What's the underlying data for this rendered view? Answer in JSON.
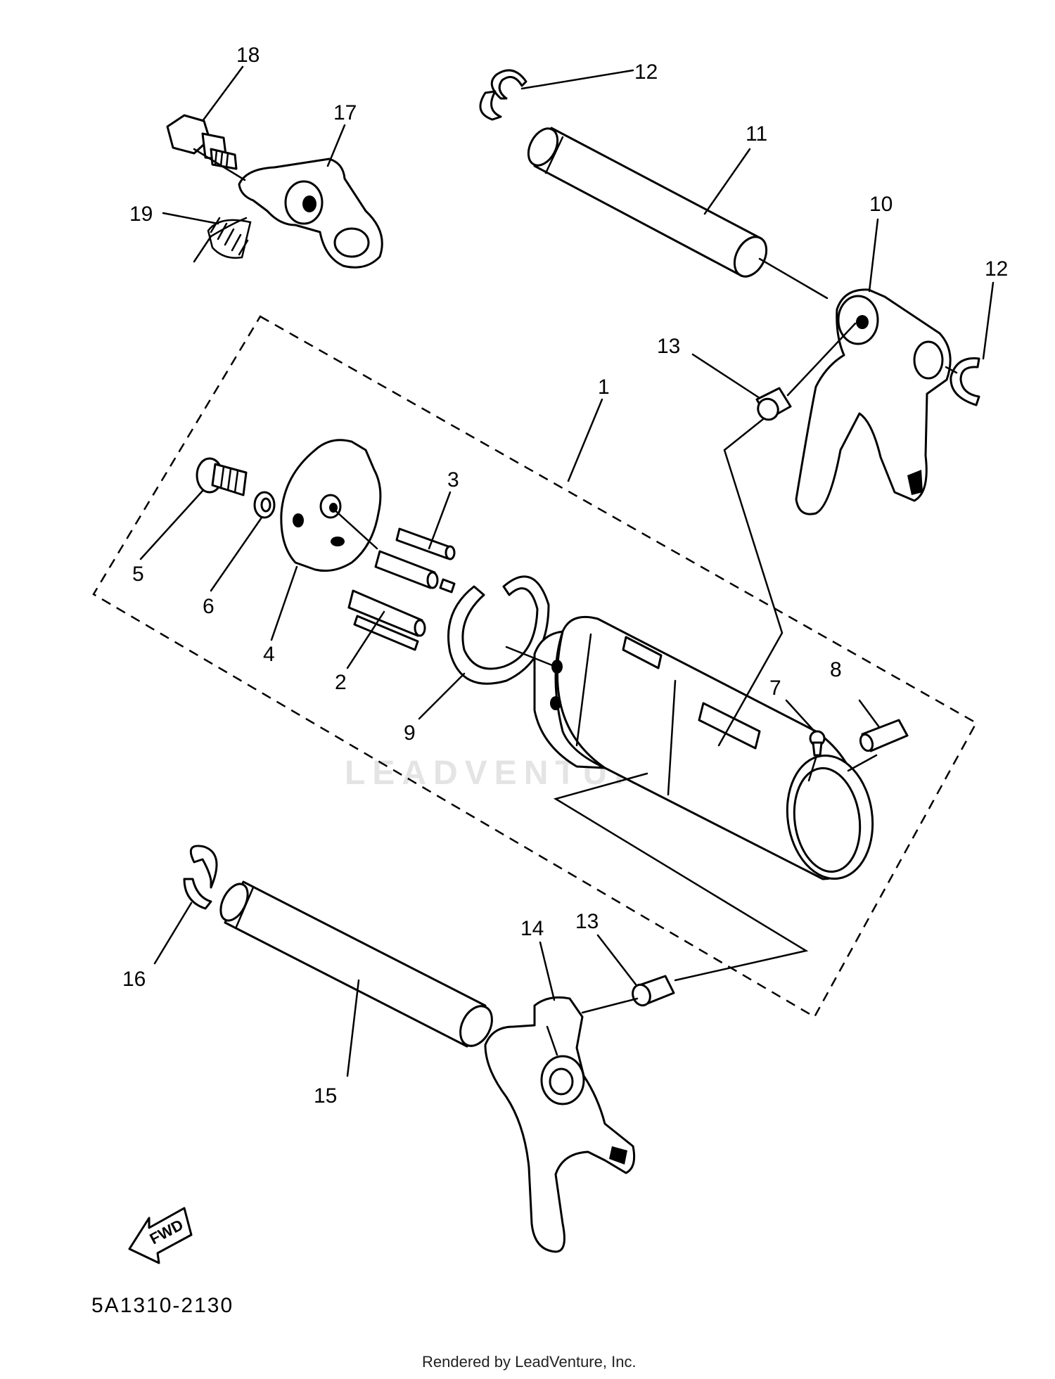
{
  "watermark": "LEADVENTURE",
  "diagram_code": "5A1310-2130",
  "credit": "Rendered by LeadVenture, Inc.",
  "fwd_label": "FWD",
  "callouts": {
    "c1": "1",
    "c2": "2",
    "c3": "3",
    "c4": "4",
    "c5": "5",
    "c6": "6",
    "c7": "7",
    "c8": "8",
    "c9": "9",
    "c10": "10",
    "c11": "11",
    "c12a": "12",
    "c12b": "12",
    "c13a": "13",
    "c13b": "13",
    "c14": "14",
    "c15": "15",
    "c16": "16",
    "c17": "17",
    "c18": "18",
    "c19": "19"
  }
}
